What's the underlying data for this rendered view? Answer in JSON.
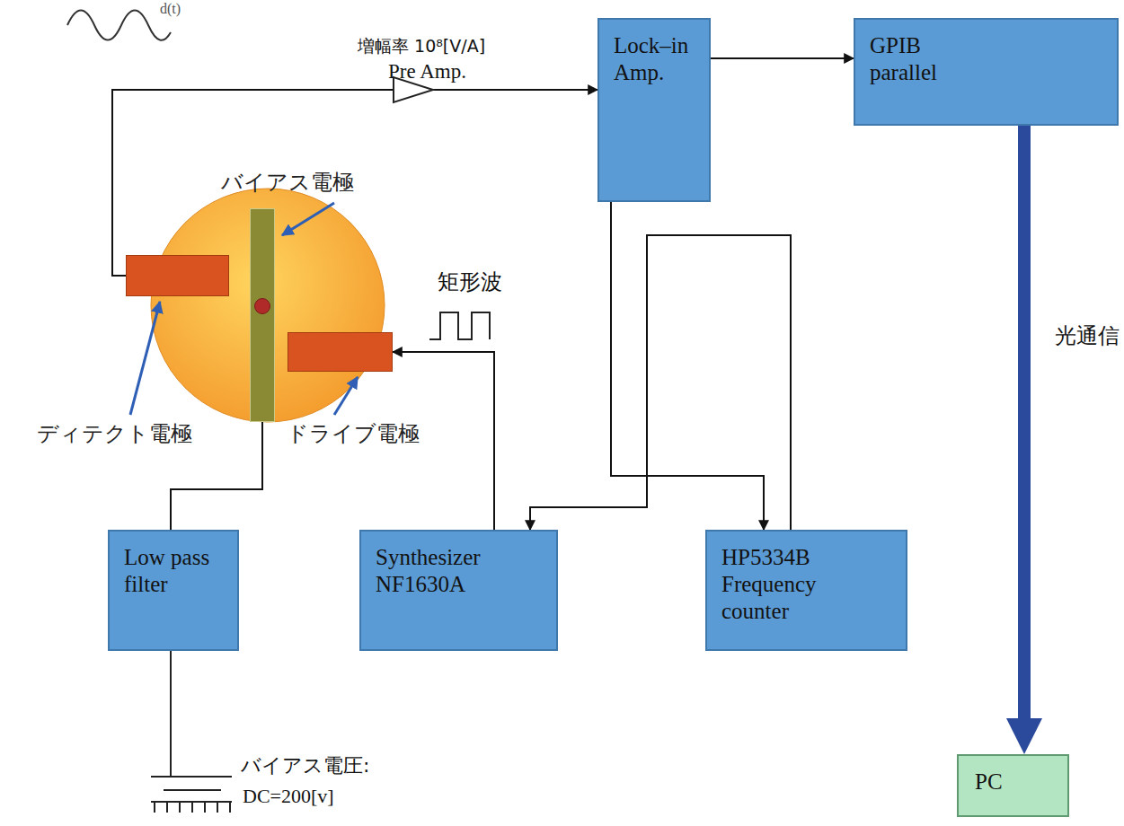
{
  "diagram": {
    "nodes": [
      {
        "text": [
          "Lock–in Amp."
        ]
      },
      {
        "text": [
          "GPIB parallel"
        ]
      },
      {
        "text": [
          "バイアス電極"
        ]
      },
      {
        "text": [
          "ディテクト電極"
        ]
      },
      {
        "text": [
          "ドライブ電極"
        ]
      },
      {
        "text": [
          "Low pass filter"
        ]
      },
      {
        "text": [
          "Synthesizer NF1630A"
        ]
      },
      {
        "text": [
          "HP5334B Frequency counter"
        ]
      },
      {
        "text": [
          "PC"
        ]
      }
    ],
    "edges": [
      {
        "from": 3,
        "to": 0,
        "arrow": "to"
      },
      {
        "from": 0,
        "to": 1,
        "arrow": "to"
      },
      {
        "from": 1,
        "to": 8,
        "arrow": "to",
        "label": "光通信"
      },
      {
        "from": 6,
        "to": 4,
        "arrow": "to",
        "label": "矩形波"
      },
      {
        "from": 5,
        "to": 2,
        "arrow": "none"
      },
      {
        "from": 7,
        "to": 6,
        "arrow": "to"
      },
      {
        "from": 0,
        "to": 7,
        "arrow": "to"
      }
    ],
    "labels": [
      "d(t)",
      "増幅率 10⁸[V/A]",
      "Pre Amp.",
      "バイアス電圧:",
      "DC=200[v]"
    ]
  }
}
